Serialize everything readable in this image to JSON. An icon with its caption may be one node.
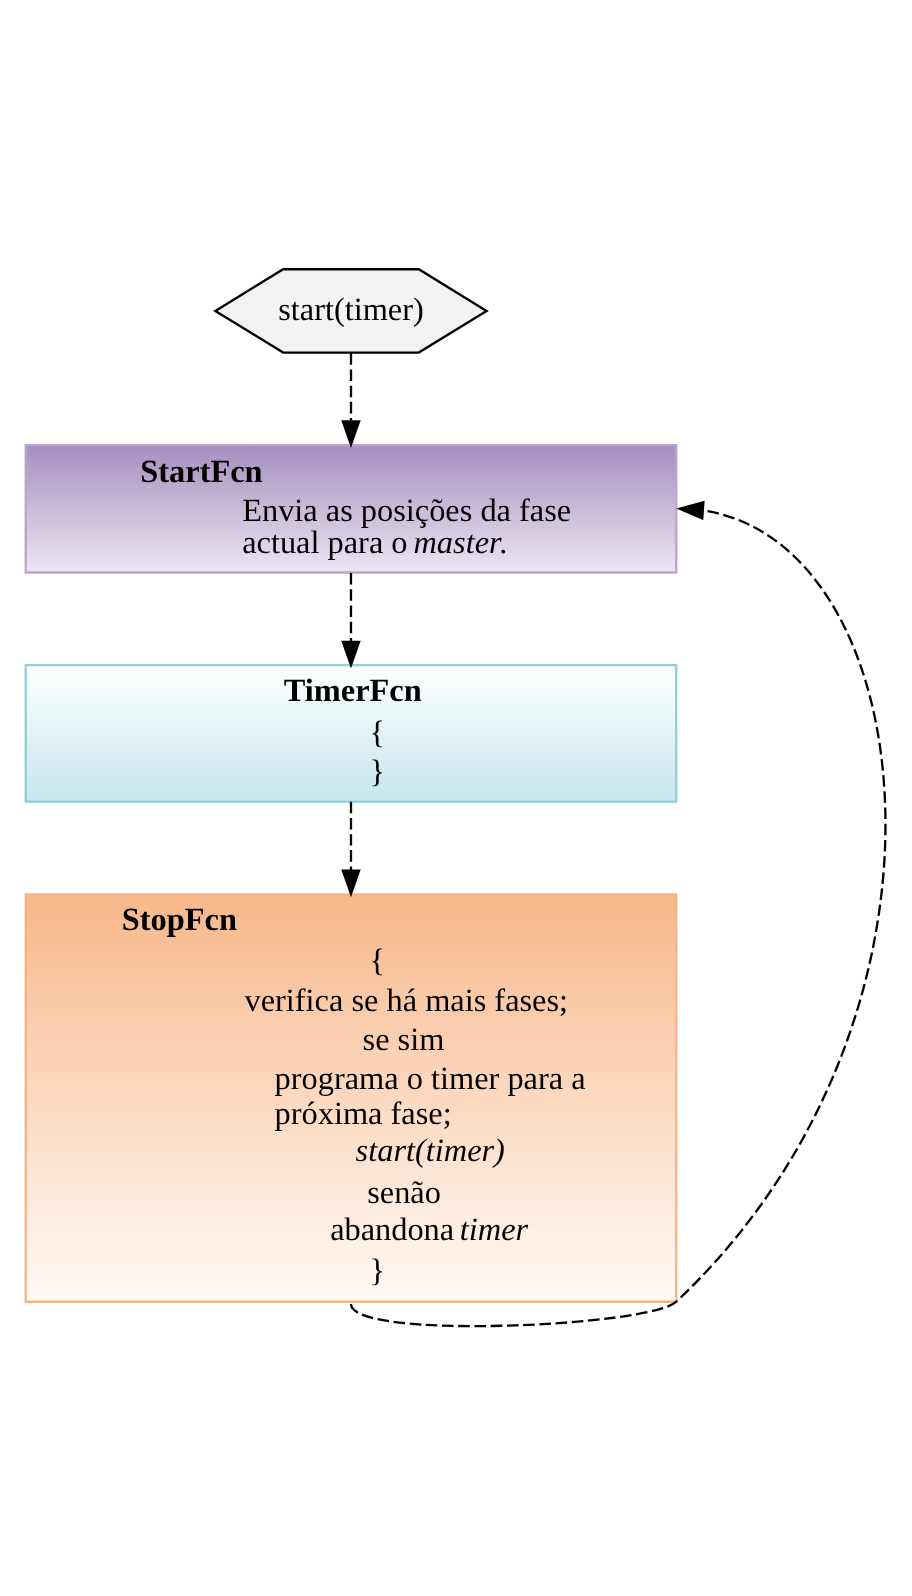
{
  "diagram": {
    "nodes": [
      {
        "text": [
          "start(timer)"
        ]
      },
      {
        "text": [
          "StartFcn",
          "Envia as posições da fase actual para o *master*."
        ]
      },
      {
        "text": [
          "TimerFcn",
          "{",
          "}"
        ]
      },
      {
        "text": [
          "StopFcn",
          "{",
          "verifica se há mais fases;",
          "se sim",
          "programa o timer para a próxima fase;",
          "start(timer)",
          "senão",
          "abandona *timer*",
          "}"
        ]
      }
    ],
    "edges": [
      {
        "from": 0,
        "to": 1,
        "arrow": "to",
        "style": "dashed"
      },
      {
        "from": 1,
        "to": 2,
        "arrow": "to",
        "style": "dashed"
      },
      {
        "from": 2,
        "to": 3,
        "arrow": "to",
        "style": "dashed"
      },
      {
        "from": 3,
        "to": 1,
        "arrow": "to",
        "style": "dashed"
      }
    ]
  }
}
